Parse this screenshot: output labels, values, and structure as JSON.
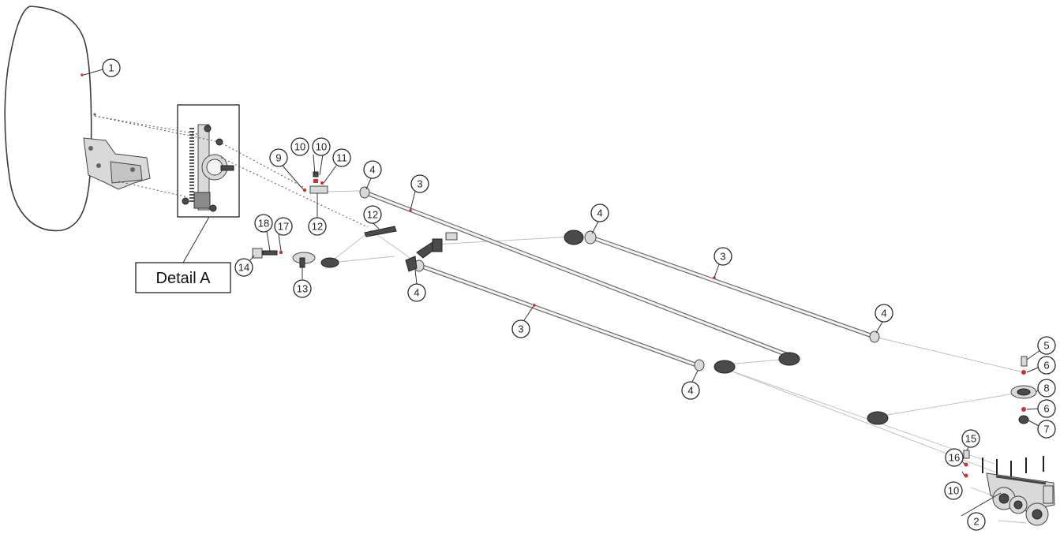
{
  "detail_label": "Detail A",
  "balloons": [
    {
      "id": "b-1",
      "label": "1"
    },
    {
      "id": "b-10a",
      "label": "10"
    },
    {
      "id": "b-10b",
      "label": "10"
    },
    {
      "id": "b-9",
      "label": "9"
    },
    {
      "id": "b-11",
      "label": "11"
    },
    {
      "id": "b-12a",
      "label": "12"
    },
    {
      "id": "b-4a",
      "label": "4"
    },
    {
      "id": "b-3a",
      "label": "3"
    },
    {
      "id": "b-12b",
      "label": "12"
    },
    {
      "id": "b-18",
      "label": "18"
    },
    {
      "id": "b-17",
      "label": "17"
    },
    {
      "id": "b-14",
      "label": "14"
    },
    {
      "id": "b-13",
      "label": "13"
    },
    {
      "id": "b-4b",
      "label": "4"
    },
    {
      "id": "b-4c",
      "label": "4"
    },
    {
      "id": "b-3b",
      "label": "3"
    },
    {
      "id": "b-3c",
      "label": "3"
    },
    {
      "id": "b-4d",
      "label": "4"
    },
    {
      "id": "b-4e",
      "label": "4"
    },
    {
      "id": "b-5",
      "label": "5"
    },
    {
      "id": "b-6a",
      "label": "6"
    },
    {
      "id": "b-8",
      "label": "8"
    },
    {
      "id": "b-6b",
      "label": "6"
    },
    {
      "id": "b-7",
      "label": "7"
    },
    {
      "id": "b-15",
      "label": "15"
    },
    {
      "id": "b-16",
      "label": "16"
    },
    {
      "id": "b-10c",
      "label": "10"
    },
    {
      "id": "b-2",
      "label": "2"
    }
  ]
}
